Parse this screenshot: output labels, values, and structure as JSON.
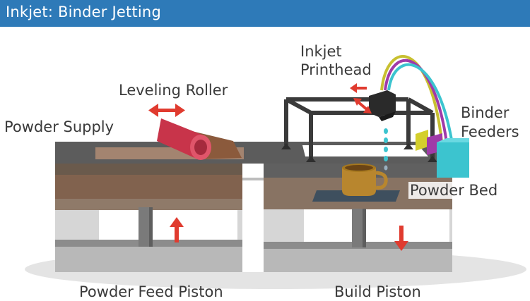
{
  "title": "Inkjet: Binder Jetting",
  "labels": {
    "inkjet_printhead_line1": "Inkjet",
    "inkjet_printhead_line2": "Printhead",
    "leveling_roller": "Leveling Roller",
    "powder_supply": "Powder Supply",
    "binder_feeders_line1": "Binder",
    "binder_feeders_line2": "Feeders",
    "powder_bed": "Powder Bed",
    "powder_feed_piston": "Powder Feed Piston",
    "build_piston": "Build Piston"
  },
  "colors": {
    "header": "#2e7ab8",
    "arrow": "#e03b2f",
    "roller": "#c8344a",
    "powder": "#8b5a3c",
    "cup": "#b8862e",
    "cyan_feeder": "#3cc4cf",
    "magenta_feeder": "#a03aa8",
    "yellow_feeder": "#c8c030"
  }
}
